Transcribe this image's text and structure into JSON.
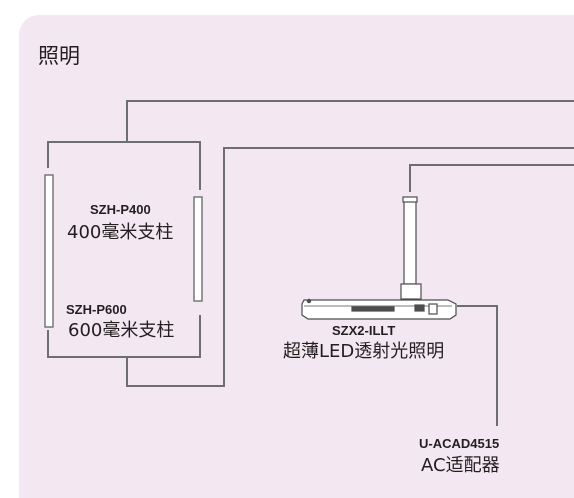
{
  "section": {
    "title": "照明"
  },
  "colors": {
    "panel_bg": "#f3e7f1",
    "line": "#6d6e71",
    "post_fill": "#ffffff",
    "text": "#231f20"
  },
  "components": [
    {
      "id": "post400",
      "code": "SZH-P400",
      "name": "400毫米支柱"
    },
    {
      "id": "post600",
      "code": "SZH-P600",
      "name": "600毫米支柱"
    },
    {
      "id": "illuminator",
      "code": "SZX2-ILLT",
      "name": "超薄LED透射光照明"
    },
    {
      "id": "adapter",
      "code": "U-ACAD4515",
      "name": "AC适配器"
    }
  ]
}
